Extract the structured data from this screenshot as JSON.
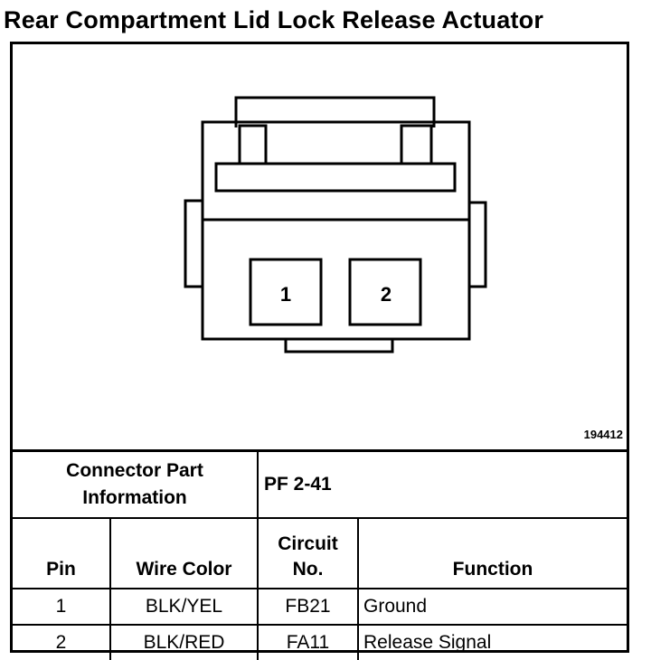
{
  "title": "Rear Compartment Lid Lock Release Actuator",
  "diagram": {
    "figure_id": "194412",
    "cavity_labels": [
      "1",
      "2"
    ]
  },
  "connector_info": {
    "label_line1": "Connector Part",
    "label_line2": "Information",
    "value": "PF 2-41"
  },
  "columns": {
    "pin": "Pin",
    "wire_color": "Wire Color",
    "circuit_line1": "Circuit",
    "circuit_line2": "No.",
    "function": "Function"
  },
  "rows": [
    {
      "pin": "1",
      "wire_color": "BLK/YEL",
      "circuit": "FB21",
      "function": "Ground"
    },
    {
      "pin": "2",
      "wire_color": "BLK/RED",
      "circuit": "FA11",
      "function": "Release Signal"
    }
  ]
}
